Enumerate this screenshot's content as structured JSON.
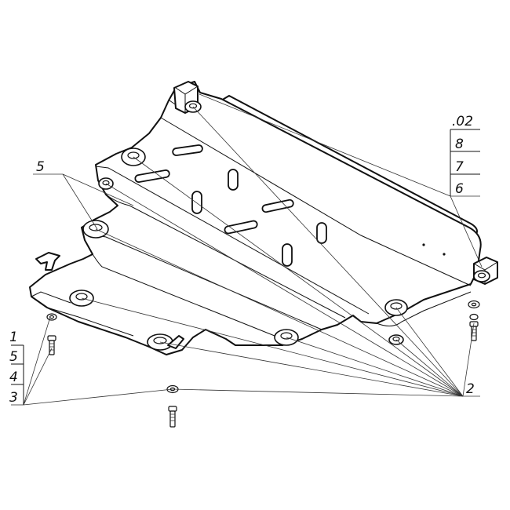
{
  "callouts": {
    "left_stack": [
      "1",
      "5",
      "4",
      "3"
    ],
    "right_stack": [
      ".02",
      "8",
      "7",
      "6"
    ],
    "plate_label": "5",
    "fastener_label": "2"
  }
}
